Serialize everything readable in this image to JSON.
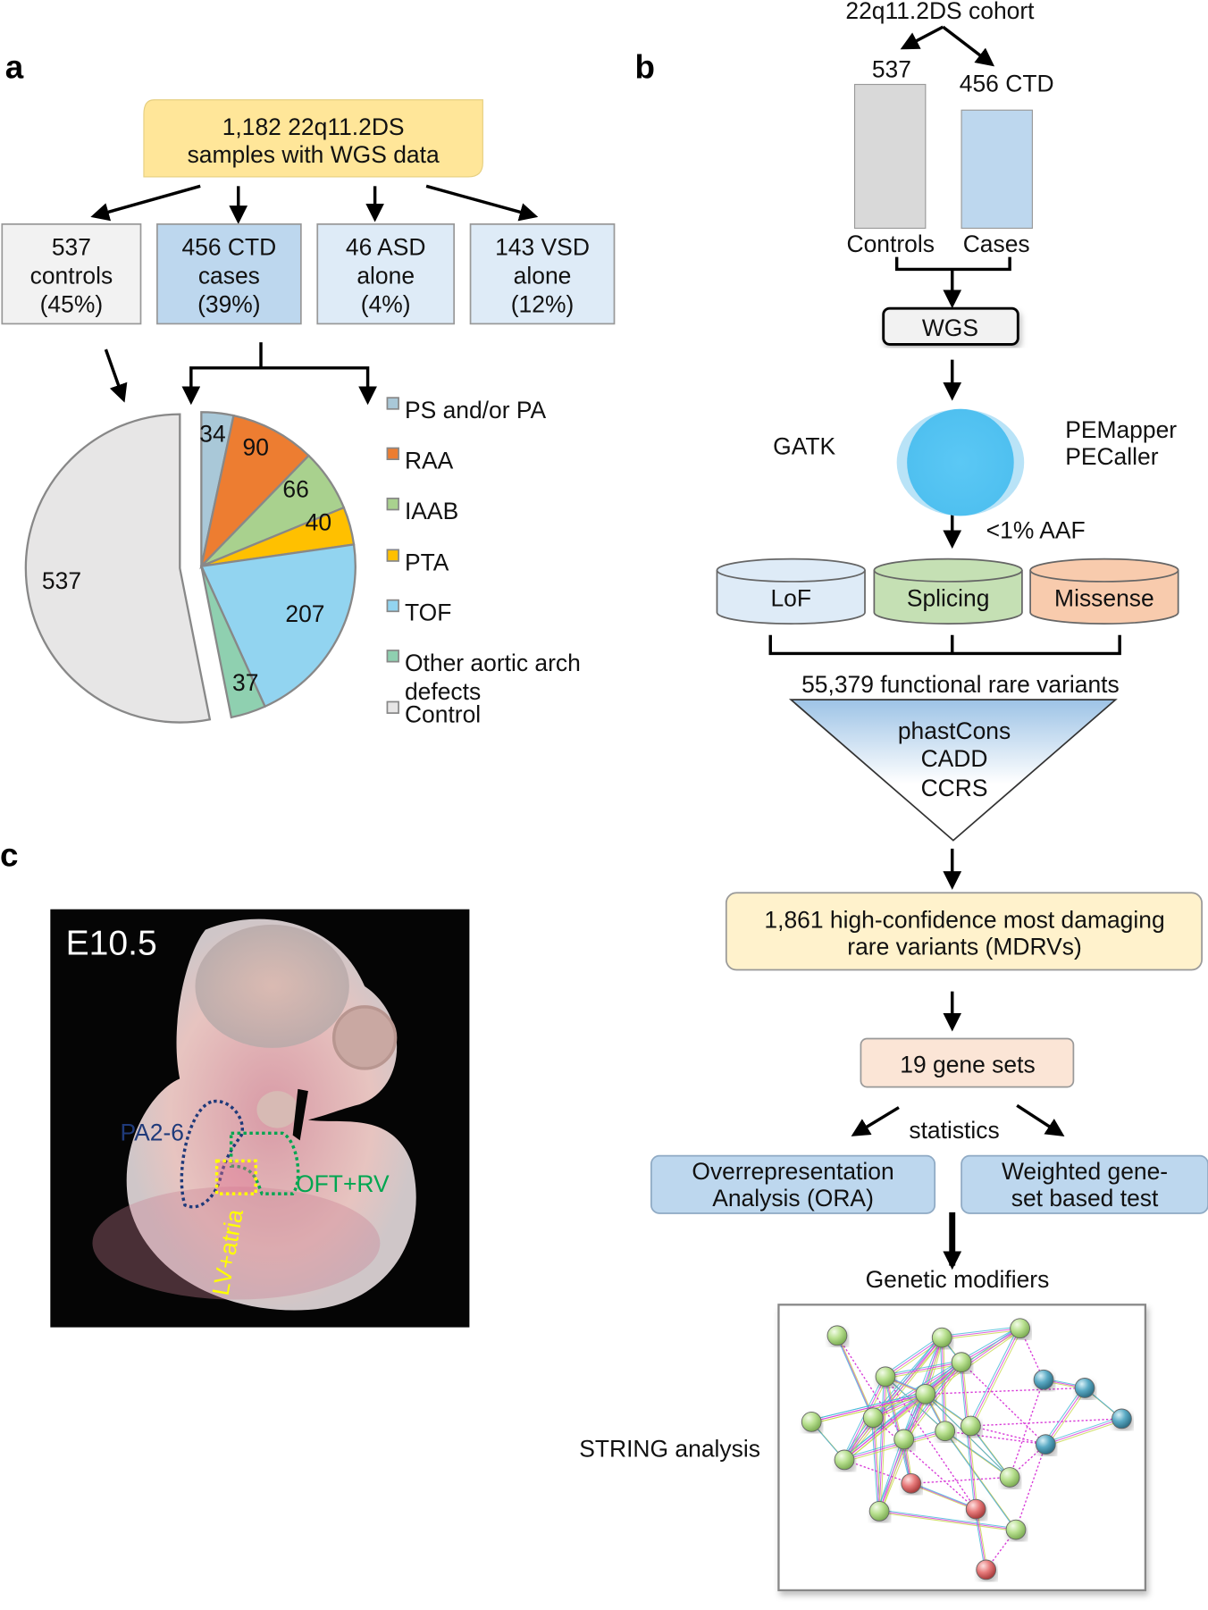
{
  "panel_labels": {
    "a": "a",
    "b": "b",
    "c": "c"
  },
  "panel_a": {
    "top_box": {
      "line1": "1,182 22q11.2DS",
      "line2": "samples with WGS data",
      "color": "#ffe699"
    },
    "groups": [
      {
        "l1": "537",
        "l2": "controls",
        "l3": "(45%)",
        "color": "#f2f2f2"
      },
      {
        "l1": "456 CTD",
        "l2": "cases",
        "l3": "(39%)",
        "color": "#bdd7ee"
      },
      {
        "l1": "46 ASD",
        "l2": "alone",
        "l3": "(4%)",
        "color": "#deebf7"
      },
      {
        "l1": "143 VSD",
        "l2": "alone",
        "l3": "(12%)",
        "color": "#deebf7"
      }
    ]
  },
  "chart_data": {
    "type": "pie",
    "slices": [
      {
        "label": "PS and/or PA",
        "value": 34,
        "color": "#a9c8d8"
      },
      {
        "label": "RAA",
        "value": 90,
        "color": "#ed7d31"
      },
      {
        "label": "IAAB",
        "value": 66,
        "color": "#a9d18e"
      },
      {
        "label": "PTA",
        "value": 40,
        "color": "#ffc000"
      },
      {
        "label": "TOF",
        "value": 207,
        "color": "#92d4f0"
      },
      {
        "label": "Other aortic arch defects",
        "value": 37,
        "color": "#8fd0b0"
      },
      {
        "label": "Control",
        "value": 537,
        "color": "#e7e6e6",
        "exploded": true
      }
    ],
    "legend": [
      "PS and/or PA",
      "RAA",
      "IAAB",
      "PTA",
      "TOF",
      "Other aortic arch",
      "defects",
      "Control"
    ],
    "legend_placement": "right"
  },
  "panel_b": {
    "cohort": "22q11.2DS cohort",
    "controls_count": "537",
    "cases_count": "456 CTD",
    "controls_label": "Controls",
    "cases_label": "Cases",
    "wgs": "WGS",
    "gatk": "GATK",
    "pemapper": "PEMapper",
    "pecaller": "PECaller",
    "aaf": "<1% AAF",
    "cylinders": [
      {
        "label": "LoF",
        "color": "#deebf7"
      },
      {
        "label": "Splicing",
        "color": "#c5e0b4"
      },
      {
        "label": "Missense",
        "color": "#f8cbad"
      }
    ],
    "functional": "55,379 functional rare variants",
    "filters": [
      "phastCons",
      "CADD",
      "CCRS"
    ],
    "mdrv_line1": "1,861 high-confidence most damaging",
    "mdrv_line2": "rare variants (MDRVs)",
    "gene_sets": "19 gene sets",
    "statistics": "statistics",
    "ora_line1": "Overrepresentation",
    "ora_line2": "Analysis (ORA)",
    "weighted_line1": "Weighted gene-",
    "weighted_line2": "set based test",
    "genetic_modifiers": "Genetic modifiers",
    "string": "STRING analysis"
  },
  "panel_c": {
    "stage": "E10.5",
    "regions": [
      {
        "label": "PA2-6",
        "color": "#1f3a7a"
      },
      {
        "label": "OFT+RV",
        "color": "#00a650"
      },
      {
        "label": "LV+atria",
        "color": "#ffff00"
      }
    ]
  }
}
